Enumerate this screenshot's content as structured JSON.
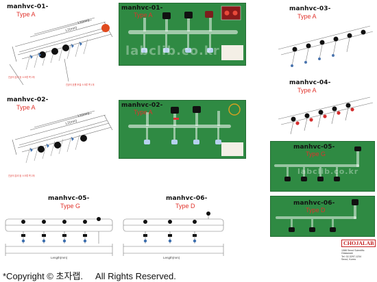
{
  "items": [
    {
      "code": "manhvc-01-",
      "type": "Type A"
    },
    {
      "code": "manhvc-01-",
      "type": "Type A"
    },
    {
      "code": "manhvc-03-",
      "type": "Type A"
    },
    {
      "code": "manhvc-02-",
      "type": "Type A"
    },
    {
      "code": "manhvc-02-",
      "type": "Type A"
    },
    {
      "code": "manhvc-04-",
      "type": "Type A"
    },
    {
      "code": "manhvc-05-",
      "type": "Type G"
    },
    {
      "code": "manhvc-05-",
      "type": "Type G"
    },
    {
      "code": "manhvc-06-",
      "type": "Type D"
    },
    {
      "code": "manhvc-06-",
      "type": "Type D"
    }
  ],
  "watermark": "labclib.co.kr",
  "drawing_labels": {
    "l1": "L1(mm)",
    "l2": "L2(mm)",
    "length": "Length(mm)",
    "note1": "진공이 분리 된 스크류 콕 2개",
    "note2": "진공이 흐름 조절 스크류 콕 1개"
  },
  "brand": {
    "name": "CHOJALAB",
    "lines": [
      "1988 Seoul Scientific Glassware",
      "Tel. 02-3297-1234",
      "Seoul, Korea"
    ]
  },
  "copyright": "*Copyright © 초자랩.     All Rights Reserved."
}
